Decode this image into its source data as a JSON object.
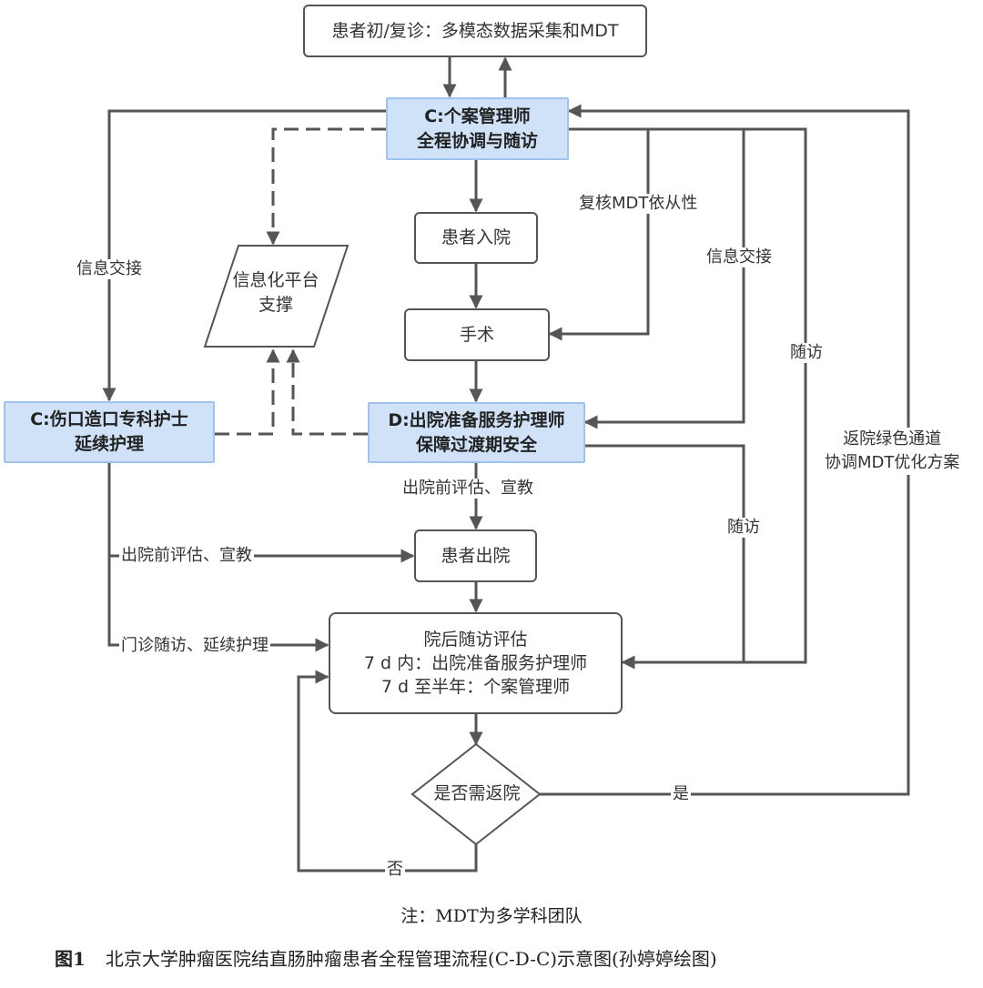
{
  "nodes": {
    "intake": {
      "lines": [
        "患者初/复诊：多模态数据采集和MDT"
      ]
    },
    "case_manager": {
      "lines": [
        "C:个案管理师",
        "全程协调与随访"
      ]
    },
    "admission": {
      "lines": [
        "患者入院"
      ]
    },
    "surgery": {
      "lines": [
        "手术"
      ]
    },
    "platform": {
      "lines": [
        "信息化平台",
        "支撑"
      ]
    },
    "wound_nurse": {
      "lines": [
        "C:伤口造口专科护士",
        "延续护理"
      ]
    },
    "discharge_nurse": {
      "lines": [
        "D:出院准备服务护理师",
        "保障过渡期安全"
      ]
    },
    "discharge": {
      "lines": [
        "患者出院"
      ]
    },
    "followup": {
      "lines": [
        "院后随访评估",
        "7 d 内：出院准备服务护理师",
        "7 d 至半年：个案管理师"
      ]
    },
    "decision": {
      "lines": [
        "是否需返院"
      ]
    }
  },
  "edge_labels": {
    "info_exchange_left": "信息交接",
    "review_mdt": "复核MDT依从性",
    "info_exchange_right": "信息交接",
    "followup_right1": "随访",
    "followup_right2": "随访",
    "return_channel": [
      "返院绿色通道",
      "协调MDT优化方案"
    ],
    "pre_discharge_center": "出院前评估、宣教",
    "pre_discharge_left": "出院前评估、宣教",
    "clinic_followup": "门诊随访、延续护理",
    "yes": "是",
    "no": "否"
  },
  "note": "注：MDT为多学科团队",
  "caption": {
    "figure_no": "图1",
    "text": "北京大学肿瘤医院结直肠肿瘤患者全程管理流程(C-D-C)示意图(孙婷婷绘图)"
  },
  "colors": {
    "line": "#555555",
    "blue_fill": "#cfe2f7",
    "blue_border": "#9fc3ea"
  }
}
